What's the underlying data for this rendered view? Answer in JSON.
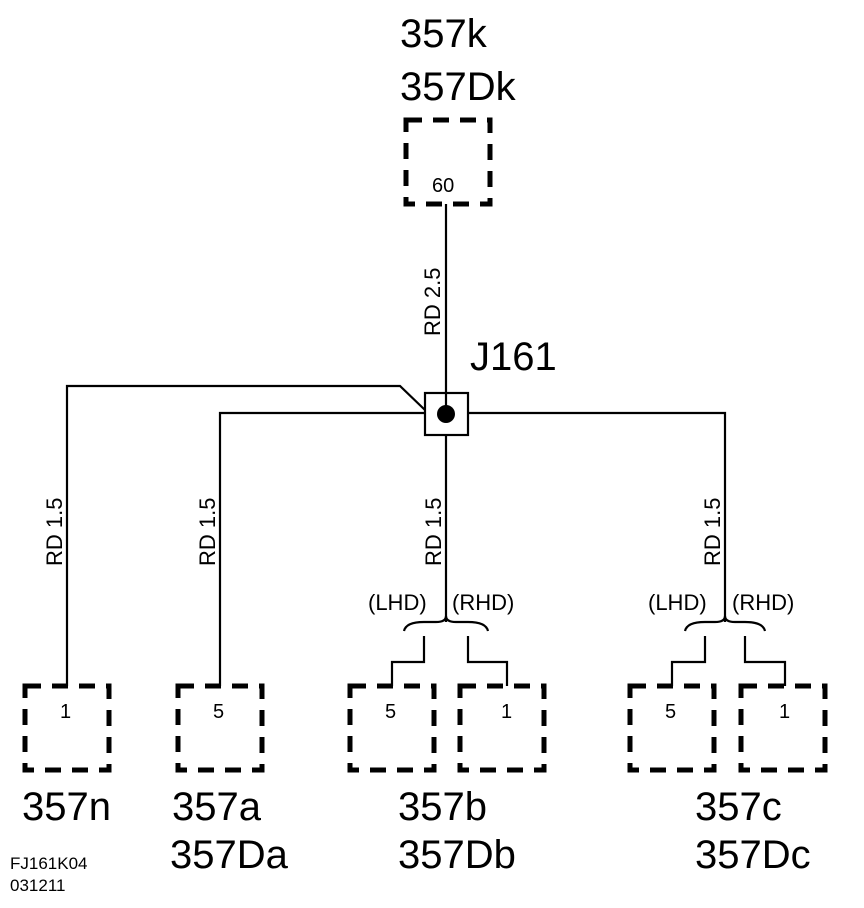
{
  "top_connector": {
    "line1": "357k",
    "line2": "357Dk",
    "pin": "60"
  },
  "top_wire_label": "RD 2.5",
  "junction_label": "J161",
  "branch_wire_labels": [
    "RD 1.5",
    "RD 1.5",
    "RD 1.5",
    "RD 1.5"
  ],
  "option_labels": {
    "lhd": "(LHD)",
    "rhd": "(RHD)"
  },
  "connectors": [
    {
      "line1": "357n",
      "line2": "",
      "pins": [
        "1"
      ]
    },
    {
      "line1": "357a",
      "line2": "357Da",
      "pins": [
        "5"
      ]
    },
    {
      "line1": "357b",
      "line2": "357Db",
      "pins": [
        "5",
        "1"
      ]
    },
    {
      "line1": "357c",
      "line2": "357Dc",
      "pins": [
        "5",
        "1"
      ]
    }
  ],
  "footer": {
    "code": "FJ161K04",
    "date": "031211"
  }
}
